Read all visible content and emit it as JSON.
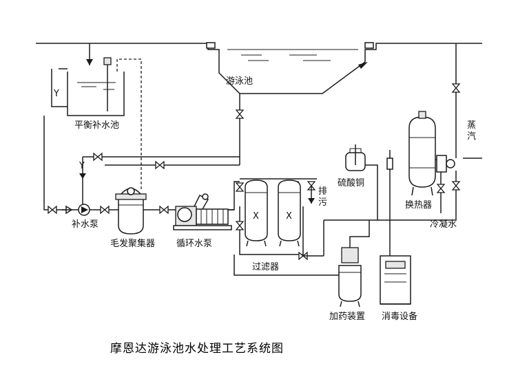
{
  "diagram": {
    "title": "摩恩达游泳池水处理工艺系统图",
    "labels": {
      "pool": "游泳池",
      "balance_tank": "平衡补水池",
      "steam": "蒸汽",
      "sulfate": "硫酸铜",
      "drain": "排污",
      "makeup_pump": "补水泵",
      "hair_collector": "毛发聚集器",
      "circ_pump": "循环水泵",
      "filter": "过滤器",
      "heat_exchanger": "换热器",
      "condensate": "冷凝水",
      "dosing": "加药装置",
      "disinfection": "消毒设备",
      "filter_mark_1": "X",
      "filter_mark_2": "X"
    }
  }
}
